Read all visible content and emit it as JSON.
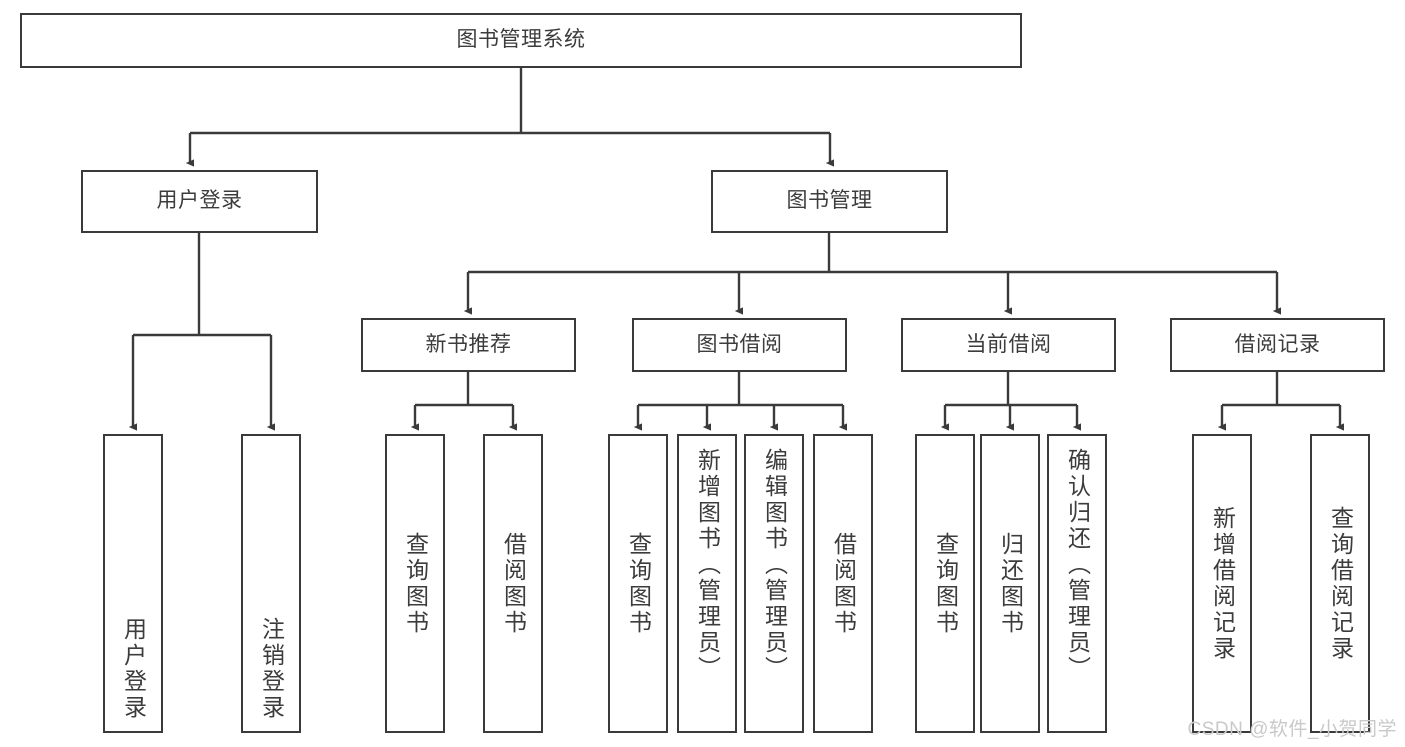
{
  "diagram": {
    "title_node": {
      "label": "图书管理系统"
    },
    "level2": [
      {
        "id": "user-login",
        "label": "用户登录"
      },
      {
        "id": "book-management",
        "label": "图书管理"
      }
    ],
    "level3": [
      {
        "id": "new-book-recommend",
        "label": "新书推荐"
      },
      {
        "id": "book-borrow",
        "label": "图书借阅"
      },
      {
        "id": "current-borrow",
        "label": "当前借阅"
      },
      {
        "id": "borrow-record",
        "label": "借阅记录"
      }
    ],
    "leaves": {
      "user_login": [
        {
          "id": "leaf-user-login",
          "label": "用户登录"
        },
        {
          "id": "leaf-logout-login",
          "label": "注销登录"
        }
      ],
      "new_book_recommend": [
        {
          "id": "leaf-query-book-1",
          "label": "查询图书"
        },
        {
          "id": "leaf-borrow-book-1",
          "label": "借阅图书"
        }
      ],
      "book_borrow": [
        {
          "id": "leaf-query-book-2",
          "label": "查询图书"
        },
        {
          "id": "leaf-add-book",
          "label": "新增图书（管理员）"
        },
        {
          "id": "leaf-edit-book",
          "label": "编辑图书（管理员）"
        },
        {
          "id": "leaf-borrow-book-2",
          "label": "借阅图书"
        }
      ],
      "current_borrow": [
        {
          "id": "leaf-query-book-3",
          "label": "查询图书"
        },
        {
          "id": "leaf-return-book",
          "label": "归还图书"
        },
        {
          "id": "leaf-confirm-return",
          "label": "确认归还（管理员）"
        }
      ],
      "borrow_record": [
        {
          "id": "leaf-add-record",
          "label": "新增借阅记录"
        },
        {
          "id": "leaf-query-record",
          "label": "查询借阅记录"
        }
      ]
    }
  },
  "watermark": {
    "text": "CSDN @软件_小贺同学"
  },
  "colors": {
    "stroke": "#3a3a3a",
    "text": "#3c3c3c",
    "background": "#ffffff",
    "watermark": "#c9c9c9"
  }
}
